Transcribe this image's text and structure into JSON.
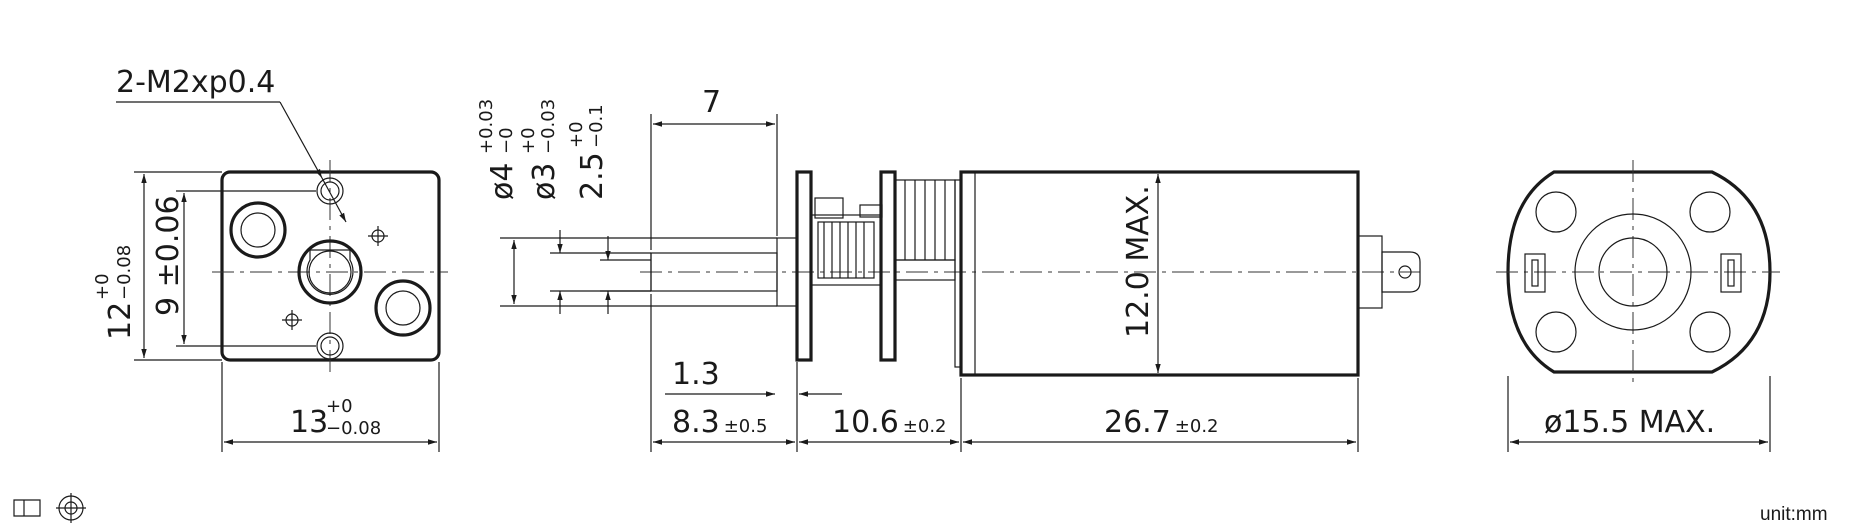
{
  "front_view": {
    "thread_callout": "2-M2xp0.4",
    "height_main": "12",
    "height_tol_upper": "+0",
    "height_tol_lower": "−0.08",
    "hole_spacing": "9 ±0.06",
    "width_main": "13",
    "width_tol_upper": "+0",
    "width_tol_lower": "−0.08"
  },
  "side_view": {
    "shaft_length": "7",
    "dia4_main": "ø4",
    "dia4_tol_upper": "+0.03",
    "dia4_tol_lower": "−0",
    "dia3_main": "ø3",
    "dia3_tol_upper": "+0",
    "dia3_tol_lower": "−0.03",
    "flat_main": "2.5",
    "flat_tol_upper": "+0",
    "flat_tol_lower": "−0.1",
    "boss_length": "1.3",
    "seg1_main": "8.3",
    "seg1_tol": "±0.5",
    "seg2_main": "10.6",
    "seg2_tol": "±0.2",
    "seg3_main": "26.7",
    "seg3_tol": "±0.2",
    "motor_dia": "12.0  MAX."
  },
  "end_view": {
    "diameter": "ø15.5  MAX."
  },
  "footer": {
    "unit": "unit:mm",
    "projection_symbol": "third-angle-projection-icon"
  }
}
